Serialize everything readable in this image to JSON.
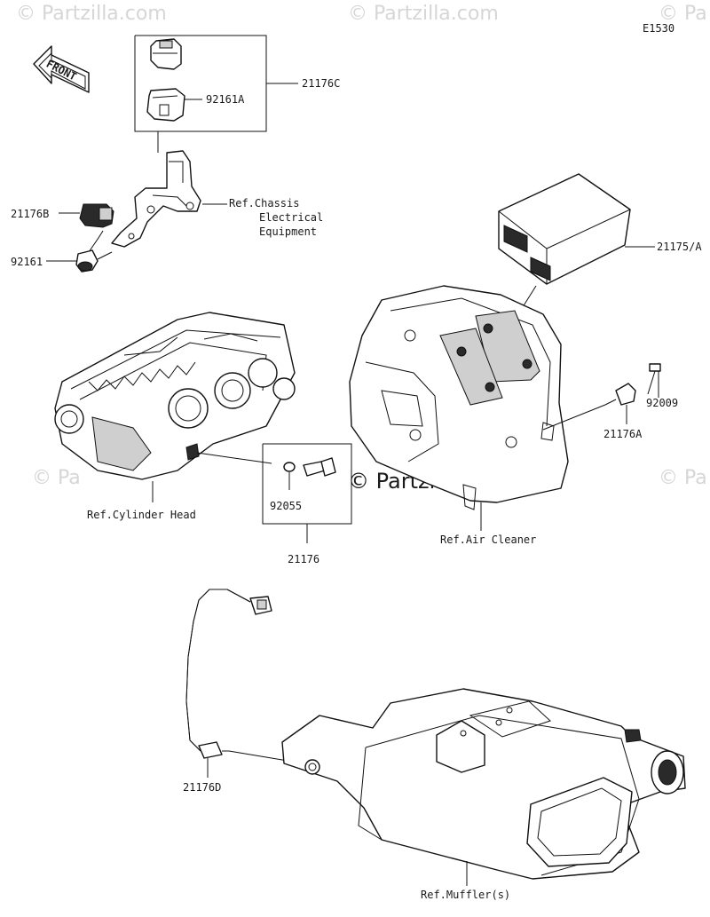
{
  "diagram": {
    "code": "E1530",
    "front_label": "FRONT",
    "watermark": "© Partzilla.com",
    "watermark_partial": "© Pa",
    "callouts": {
      "p21176C": "21176C",
      "p92161A": "92161A",
      "p21176B": "21176B",
      "p92161": "92161",
      "ref_chassis_1": "Ref.Chassis",
      "ref_chassis_2": "Electrical",
      "ref_chassis_3": "Equipment",
      "p21175A": "21175/A",
      "p92009": "92009",
      "p21176A": "21176A",
      "ref_air_cleaner": "Ref.Air Cleaner",
      "ref_cylinder_head": "Ref.Cylinder Head",
      "p92055": "92055",
      "p21176": "21176",
      "p21176D": "21176D",
      "ref_muffler": "Ref.Muffler(s)"
    }
  }
}
